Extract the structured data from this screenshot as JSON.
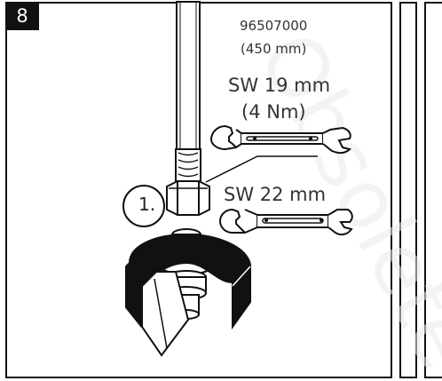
{
  "step": {
    "number": "8"
  },
  "hose": {
    "part_number": "96507000",
    "length": "(450 mm)"
  },
  "wrench_upper": {
    "size": "SW 19 mm",
    "torque": "(4 Nm)"
  },
  "wrench_lower": {
    "size": "SW 22 mm"
  },
  "callout": {
    "number": "1."
  },
  "watermark": {
    "text": "Obsolete"
  },
  "colors": {
    "line": "#111111",
    "text": "#333333",
    "badge_bg": "#111111",
    "badge_text": "#ffffff",
    "watermark": "#ececec"
  }
}
